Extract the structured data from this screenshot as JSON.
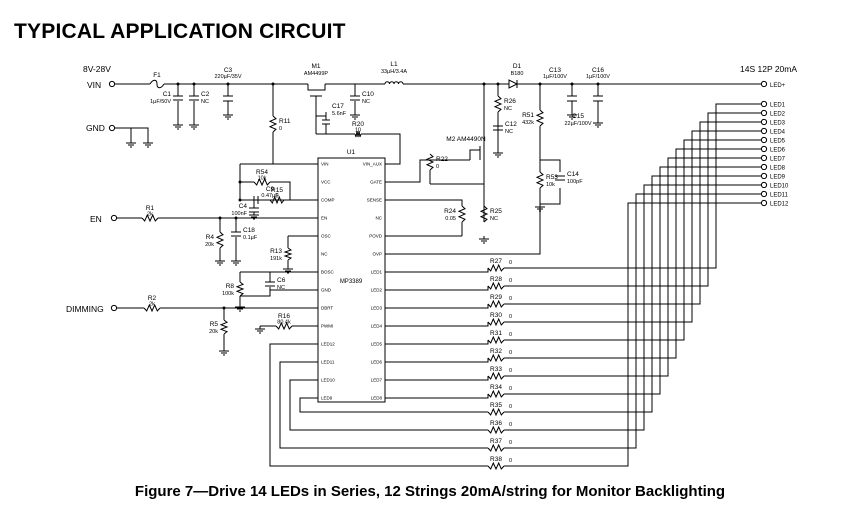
{
  "title": "TYPICAL APPLICATION CIRCUIT",
  "caption": "Figure 7—Drive 14 LEDs in Series, 12 Strings 20mA/string for Monitor Backlighting",
  "ports": {
    "vin_range": "8V-28V",
    "vin": "VIN",
    "gnd": "GND",
    "en": "EN",
    "dimming": "DIMMING",
    "config": "14S  12P  20mA",
    "led_plus": "LED+"
  },
  "led_outputs": [
    "LED1",
    "LED2",
    "LED3",
    "LED4",
    "LED5",
    "LED6",
    "LED7",
    "LED8",
    "LED9",
    "LED10",
    "LED11",
    "LED12"
  ],
  "ic": {
    "ref": "U1",
    "part": "MP3389",
    "left_pins": [
      "VIN",
      "VCC",
      "COMP",
      "EN",
      "OSC",
      "NC",
      "BOSC",
      "GND",
      "DBRT",
      "PWMI",
      "LED12",
      "LED11",
      "LED10",
      "LED9"
    ],
    "right_pins": [
      "VIN_AUX",
      "GATE",
      "SENSE",
      "NC",
      "POVD",
      "OVP",
      "LED1",
      "LED2",
      "LED3",
      "LED4",
      "LED5",
      "LED6",
      "LED7",
      "LED8"
    ]
  },
  "components": {
    "F1": {
      "ref": "F1",
      "value": ""
    },
    "C1": {
      "ref": "C1",
      "value": "1µF/50V"
    },
    "C2": {
      "ref": "C2",
      "value": "NC"
    },
    "C3": {
      "ref": "C3",
      "value": "220µF/35V"
    },
    "M1": {
      "ref": "M1",
      "value": "AM4499P"
    },
    "R11": {
      "ref": "R11",
      "value": "0"
    },
    "C17": {
      "ref": "C17",
      "value": "5.6nF"
    },
    "C10": {
      "ref": "C10",
      "value": "NC"
    },
    "L1": {
      "ref": "L1",
      "value": "33µH/3.4A"
    },
    "R20": {
      "ref": "R20",
      "value": "10"
    },
    "D1": {
      "ref": "D1",
      "value": "B180"
    },
    "R26": {
      "ref": "R26",
      "value": "NC"
    },
    "C12": {
      "ref": "C12",
      "value": "NC"
    },
    "C13": {
      "ref": "C13",
      "value": "1µF/100V"
    },
    "C16": {
      "ref": "C16",
      "value": "1µF/100V"
    },
    "C15": {
      "ref": "C15",
      "value": "22µF/100V"
    },
    "R51": {
      "ref": "R51",
      "value": "432k"
    },
    "M2": {
      "ref": "M2",
      "value": "AM4490N"
    },
    "R22": {
      "ref": "R22",
      "value": "0"
    },
    "R54": {
      "ref": "R54",
      "value": "10k"
    },
    "C9": {
      "ref": "C9",
      "value": "0.47µF"
    },
    "C4": {
      "ref": "C4",
      "value": "100nF"
    },
    "R15": {
      "ref": "R15",
      "value": "0"
    },
    "R53": {
      "ref": "R53",
      "value": "10k"
    },
    "C14": {
      "ref": "C14",
      "value": "100pF"
    },
    "R24": {
      "ref": "R24",
      "value": "0.05"
    },
    "R25": {
      "ref": "R25",
      "value": "NC"
    },
    "R1": {
      "ref": "R1",
      "value": "2k"
    },
    "R4": {
      "ref": "R4",
      "value": "20k"
    },
    "C18": {
      "ref": "C18",
      "value": "0.1µF"
    },
    "R13": {
      "ref": "R13",
      "value": "191k"
    },
    "R8": {
      "ref": "R8",
      "value": "100k"
    },
    "C6": {
      "ref": "C6",
      "value": "NC"
    },
    "R2": {
      "ref": "R2",
      "value": "2k"
    },
    "R5": {
      "ref": "R5",
      "value": "20k"
    },
    "R16": {
      "ref": "R16",
      "value": "80.4k"
    }
  },
  "led_resistors": [
    {
      "ref": "R27",
      "value": "0"
    },
    {
      "ref": "R28",
      "value": "0"
    },
    {
      "ref": "R29",
      "value": "0"
    },
    {
      "ref": "R30",
      "value": "0"
    },
    {
      "ref": "R31",
      "value": "0"
    },
    {
      "ref": "R32",
      "value": "0"
    },
    {
      "ref": "R33",
      "value": "0"
    },
    {
      "ref": "R34",
      "value": "0"
    },
    {
      "ref": "R35",
      "value": "0"
    },
    {
      "ref": "R36",
      "value": "0"
    },
    {
      "ref": "R37",
      "value": "0"
    },
    {
      "ref": "R38",
      "value": "0"
    }
  ]
}
